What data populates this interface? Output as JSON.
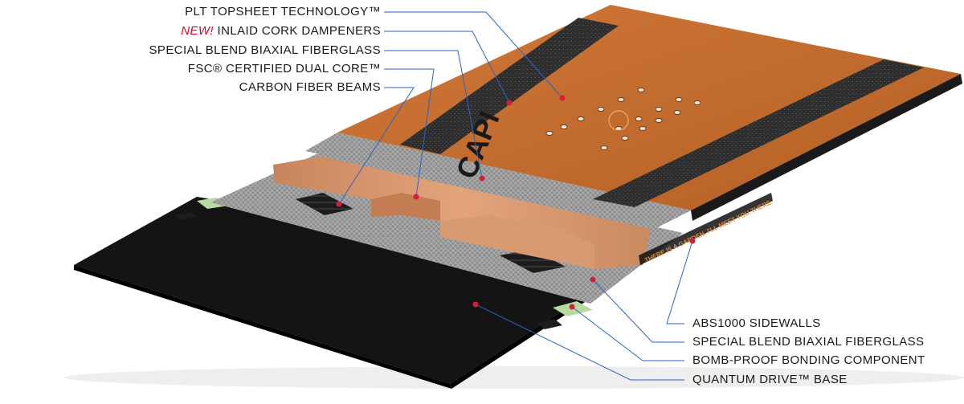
{
  "labels_top": [
    {
      "id": "topsheet",
      "text": "PLT TOPSHEET TECHNOLOGY™"
    },
    {
      "id": "cork",
      "prefix": "NEW!",
      "text": " INLAID CORK DAMPENERS"
    },
    {
      "id": "fiberglass-top",
      "text": "SPECIAL BLEND BIAXIAL FIBERGLASS"
    },
    {
      "id": "core",
      "text": "FSC® CERTIFIED DUAL CORE™"
    },
    {
      "id": "carbon",
      "text": "CARBON FIBER BEAMS"
    }
  ],
  "labels_bottom": [
    {
      "id": "sidewalls",
      "text": "ABS1000 SIDEWALLS"
    },
    {
      "id": "fiberglass-bottom",
      "text": "SPECIAL BLEND BIAXIAL FIBERGLASS"
    },
    {
      "id": "bonding",
      "text": "BOMB-PROOF BONDING COMPONENT"
    },
    {
      "id": "base",
      "text": "QUANTUM DRIVE™ BASE"
    }
  ],
  "board": {
    "sidewall_text": "THERE IS A GARDEN. I'LL MEET YOU THERE.",
    "topsheet_logo": "CAPI"
  },
  "colors": {
    "topsheet": "#c66a2c",
    "cork": "#2e2e2e",
    "fiberglass": "#9a9a9a",
    "core": "#d9956a",
    "base": "#141414",
    "sidewall": "#111111",
    "bonding": "#b8dca0",
    "leader": "#2a63c7",
    "dot": "#d0213c",
    "new_label": "#e4002b"
  }
}
